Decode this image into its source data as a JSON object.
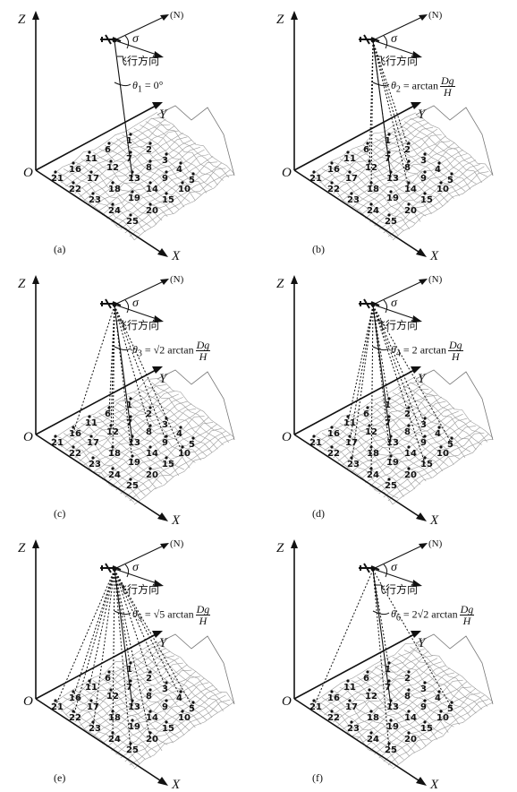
{
  "panels": [
    {
      "caption": "(a)",
      "theta_label": "θ",
      "theta_sub": "1",
      "formula_rhs": "= 0°",
      "has_frac": false,
      "prefix": "",
      "rays": []
    },
    {
      "caption": "(b)",
      "theta_label": "θ",
      "theta_sub": "2",
      "formula_rhs": "= arctan",
      "has_frac": true,
      "prefix": "",
      "rays": [
        2,
        8,
        12,
        13,
        14,
        18
      ]
    },
    {
      "caption": "(c)",
      "theta_label": "θ",
      "theta_sub": "3",
      "formula_rhs": "arctan",
      "has_frac": true,
      "prefix": "= √2 ",
      "rays": [
        6,
        8,
        16,
        9,
        19,
        10,
        12,
        18
      ]
    },
    {
      "caption": "(d)",
      "theta_label": "θ",
      "theta_sub": "4",
      "formula_rhs": "arctan",
      "has_frac": true,
      "prefix": "= 2 ",
      "rays": [
        1,
        11,
        3,
        17,
        5,
        9,
        15,
        23,
        19,
        24
      ]
    },
    {
      "caption": "(e)",
      "theta_label": "θ",
      "theta_sub": "5",
      "formula_rhs": "arctan",
      "has_frac": true,
      "prefix": "= √5 ",
      "rays": [
        1,
        16,
        2,
        22,
        3,
        4,
        5,
        11,
        20,
        21,
        23,
        24,
        25
      ]
    },
    {
      "caption": "(f)",
      "theta_label": "θ",
      "theta_sub": "6",
      "formula_rhs": "arctan",
      "has_frac": true,
      "prefix": "= 2√2 ",
      "rays": [
        21,
        5,
        25,
        1
      ]
    }
  ],
  "frac": {
    "num": "Dg",
    "den": "H"
  },
  "axes": {
    "z": "Z",
    "y": "Y",
    "x": "X",
    "origin": "O",
    "north": "(N)",
    "sigma": "σ"
  },
  "flight_label": "飞行方向",
  "points": [
    "1",
    "2",
    "3",
    "4",
    "5",
    "6",
    "7",
    "8",
    "9",
    "10",
    "11",
    "12",
    "13",
    "14",
    "15",
    "16",
    "17",
    "18",
    "19",
    "20",
    "21",
    "22",
    "23",
    "24",
    "25"
  ]
}
